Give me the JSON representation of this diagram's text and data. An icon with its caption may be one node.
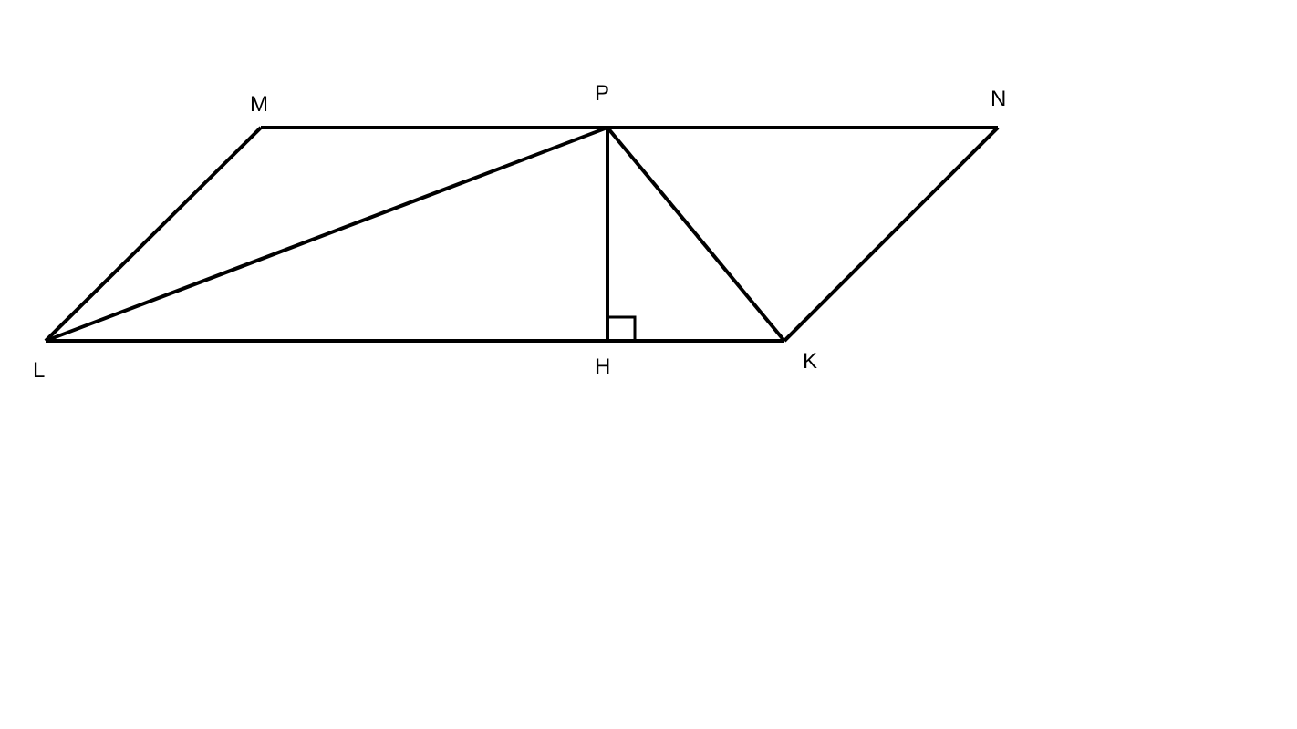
{
  "diagram": {
    "nodes": [
      {
        "text": [
          "M"
        ]
      },
      {
        "text": [
          "P"
        ]
      },
      {
        "text": [
          "N"
        ]
      },
      {
        "text": [
          "L"
        ]
      },
      {
        "text": [
          "H"
        ]
      },
      {
        "text": [
          "K"
        ]
      }
    ],
    "edges": [
      {
        "from": 3,
        "to": 0,
        "arrow": "none"
      },
      {
        "from": 0,
        "to": 1,
        "arrow": "none"
      },
      {
        "from": 1,
        "to": 2,
        "arrow": "none"
      },
      {
        "from": 2,
        "to": 5,
        "arrow": "none"
      },
      {
        "from": 3,
        "to": 4,
        "arrow": "none"
      },
      {
        "from": 4,
        "to": 5,
        "arrow": "none"
      },
      {
        "from": 3,
        "to": 1,
        "arrow": "none"
      },
      {
        "from": 1,
        "to": 4,
        "arrow": "none"
      },
      {
        "from": 1,
        "to": 5,
        "arrow": "none"
      }
    ]
  }
}
